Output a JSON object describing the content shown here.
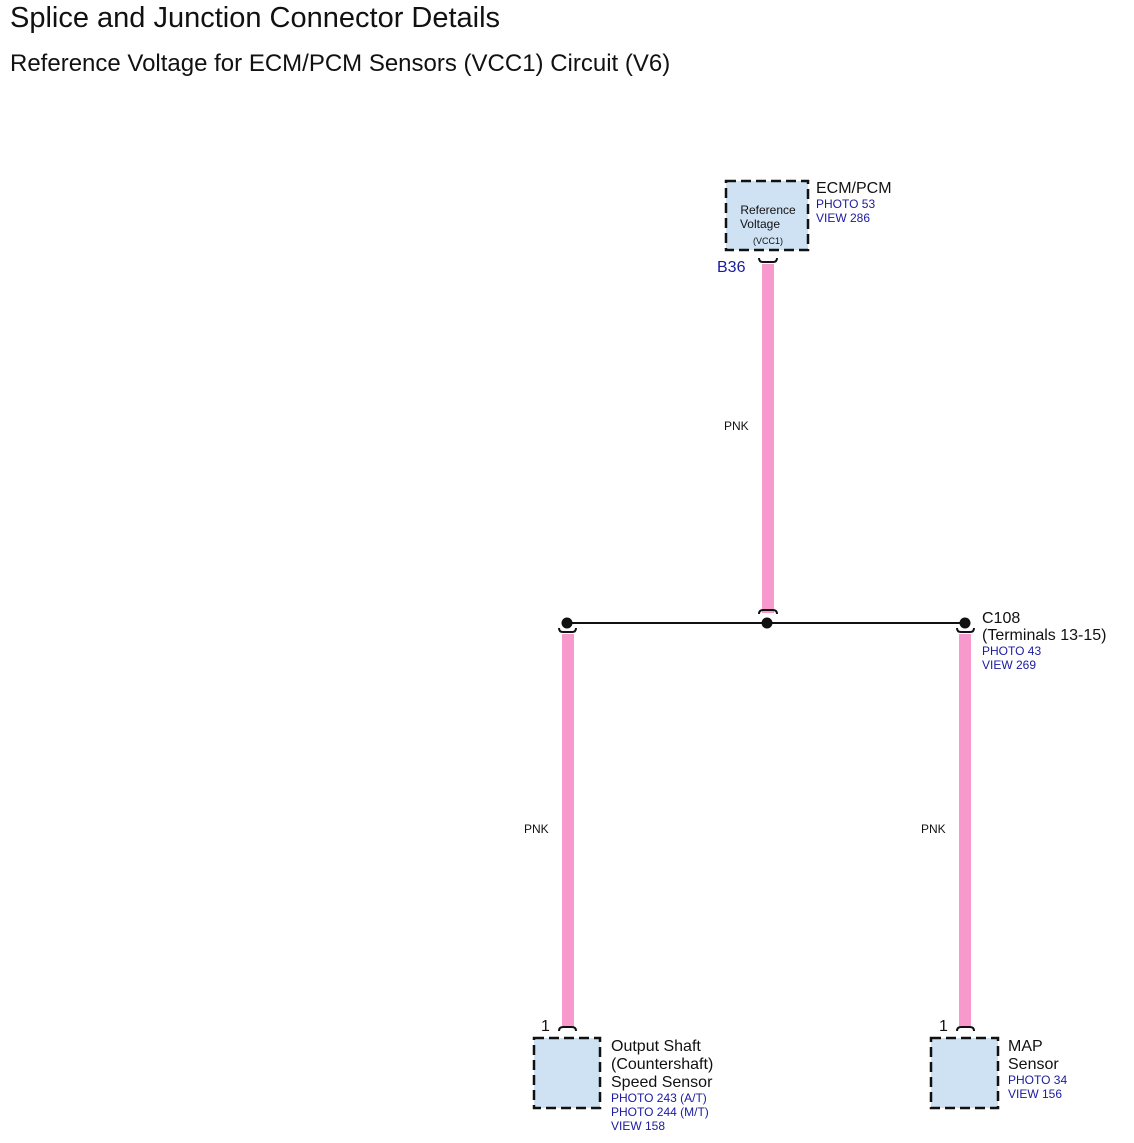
{
  "page": {
    "title": "Splice and Junction Connector Details",
    "subtitle": "Reference Voltage for ECM/PCM Sensors (VCC1) Circuit (V6)"
  },
  "colors": {
    "wire_pnk": "#f799cc",
    "component_fill": "#cfe2f4",
    "ref_text": "#1a1aa0"
  },
  "ecm": {
    "box_line1": "Reference",
    "box_line2": "Voltage",
    "box_line3": "(VCC1)",
    "name": "ECM/PCM",
    "photo": "PHOTO 53",
    "view": "VIEW 286",
    "pin": "B36"
  },
  "wires": {
    "top_color": "PNK",
    "left_color": "PNK",
    "right_color": "PNK"
  },
  "c108": {
    "name": "C108",
    "terminals": "(Terminals 13-15)",
    "photo": "PHOTO 43",
    "view": "VIEW 269"
  },
  "output_shaft_sensor": {
    "pin": "1",
    "name_line1": "Output Shaft",
    "name_line2": "(Countershaft)",
    "name_line3": "Speed Sensor",
    "photo_at": "PHOTO 243 (A/T)",
    "photo_mt": "PHOTO 244 (M/T)",
    "view": "VIEW 158"
  },
  "map_sensor": {
    "pin": "1",
    "name_line1": "MAP",
    "name_line2": "Sensor",
    "photo": "PHOTO 34",
    "view": "VIEW 156"
  }
}
